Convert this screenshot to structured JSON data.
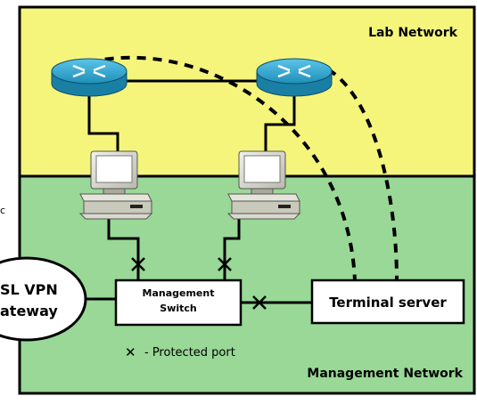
{
  "zones": {
    "lab": {
      "label": "Lab Network",
      "color": "#f5f57c"
    },
    "management": {
      "label": "Management Network",
      "color": "#99d896"
    }
  },
  "devices": {
    "management_switch": {
      "line1": "Management",
      "line2": "Switch"
    },
    "terminal_server": {
      "label": "Terminal server"
    },
    "ssl_vpn_gateway": {
      "line1": "SL VPN",
      "line2": "ateway"
    },
    "router_color": "#1f8fb8"
  },
  "legend": {
    "symbol": "✕",
    "text": "- Protected port"
  },
  "edge_text": {
    "c": "c"
  }
}
